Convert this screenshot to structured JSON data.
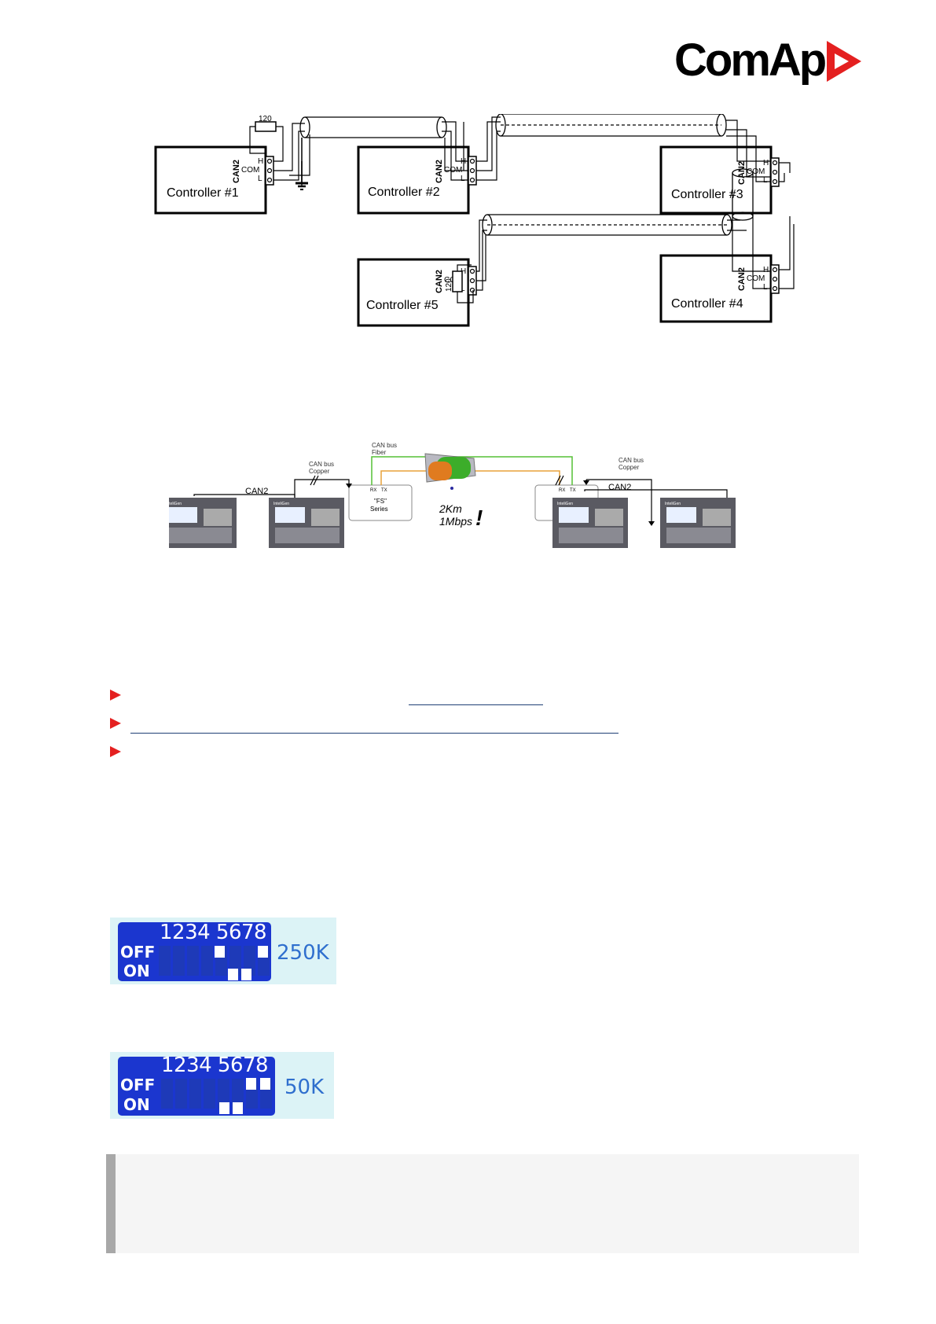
{
  "header": {
    "logo_text": "ComAp",
    "logo_color": "#e42020"
  },
  "diagram1": {
    "controllers": [
      "Controller #1",
      "Controller #2",
      "Controller #3",
      "Controller #4",
      "Controller #5"
    ],
    "bus_label": "CAN2",
    "pin_labels": [
      "H",
      "COM",
      "L"
    ],
    "terminator_label": "120"
  },
  "diagram2": {
    "can_copper_left": [
      "CAN bus",
      "Copper"
    ],
    "can_fiber": [
      "CAN bus",
      "Fiber"
    ],
    "can_copper_right": [
      "CAN bus",
      "Copper"
    ],
    "converter_label": [
      "\"FS\"",
      "Series"
    ],
    "rx_tx": [
      "RX",
      "TX"
    ],
    "distance": "2Km",
    "speed": "1Mbps",
    "exclaim": "!",
    "bus_label": "CAN2",
    "device_brand": "InteliGen"
  },
  "bullets": {
    "color": "#e42020"
  },
  "dip_switches": [
    {
      "numbers": "1234 5678",
      "off": "OFF",
      "on": "ON",
      "rate": "250K"
    },
    {
      "numbers": "1234 5678",
      "off": "OFF",
      "on": "ON",
      "rate": "50K"
    }
  ]
}
